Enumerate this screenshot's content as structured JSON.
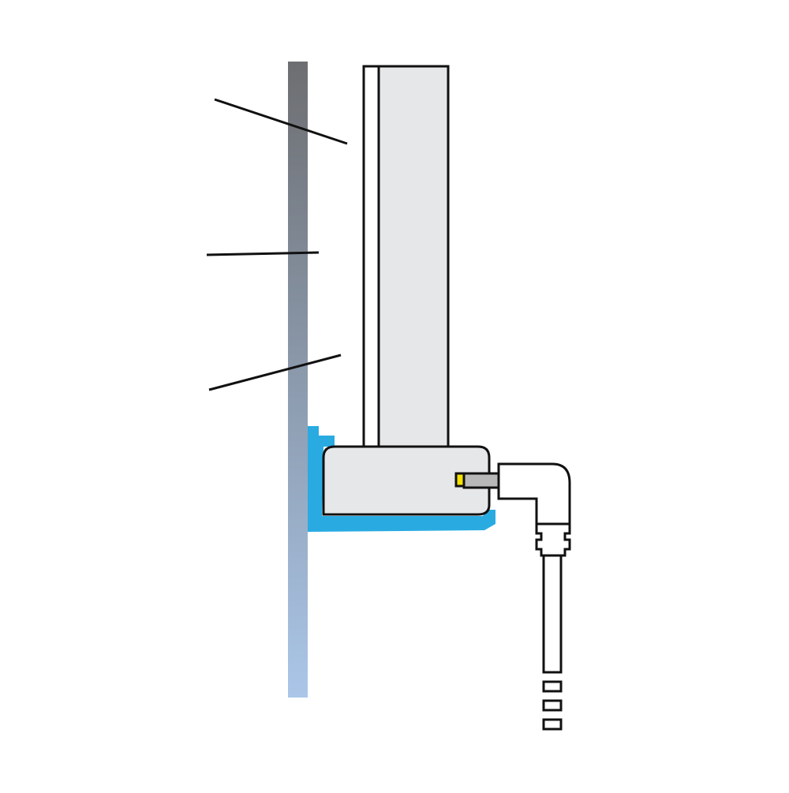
{
  "diagram": {
    "labels": [],
    "colors": {
      "background": "#ffffff",
      "outline": "#111111",
      "panel_fill": "#e6e7e8",
      "panel_edge_fill": "#ffffff",
      "bracket_fill": "#29abe2",
      "wall_gradient_top": "#6d6e71",
      "wall_gradient_bottom": "#aac6e8",
      "plug_tip": "#f5e400",
      "plug_barrel": "#b8b8b8"
    },
    "icons": {
      "wall": "wall-section",
      "panel": "vertical-panel",
      "base": "base-unit",
      "bracket": "mounting-bracket",
      "plug": "right-angle-dc-plug",
      "cable": "power-cable"
    },
    "cable_break_segments": 3
  }
}
